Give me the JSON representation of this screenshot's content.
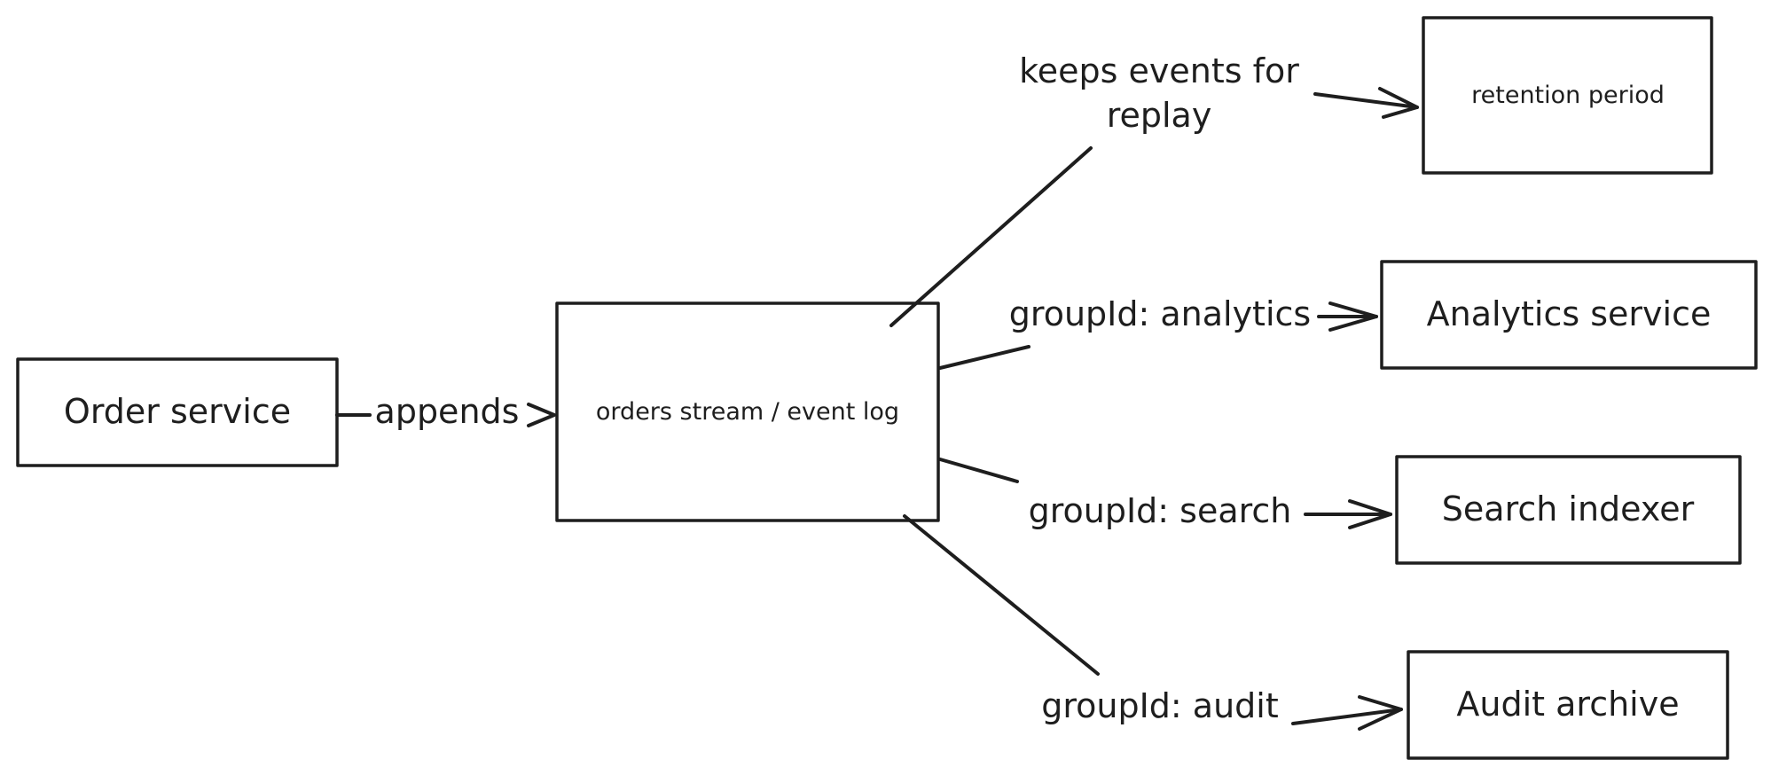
{
  "nodes": {
    "order_service": "Order service",
    "orders_stream": "orders stream / event log",
    "retention": "retention period",
    "analytics": "Analytics service",
    "search": "Search indexer",
    "audit": "Audit archive"
  },
  "edges": {
    "appends": "appends",
    "keeps_line1": "keeps events for",
    "keeps_line2": "replay",
    "group_analytics": "groupId: analytics",
    "group_search": "groupId: search",
    "group_audit": "groupId: audit"
  }
}
